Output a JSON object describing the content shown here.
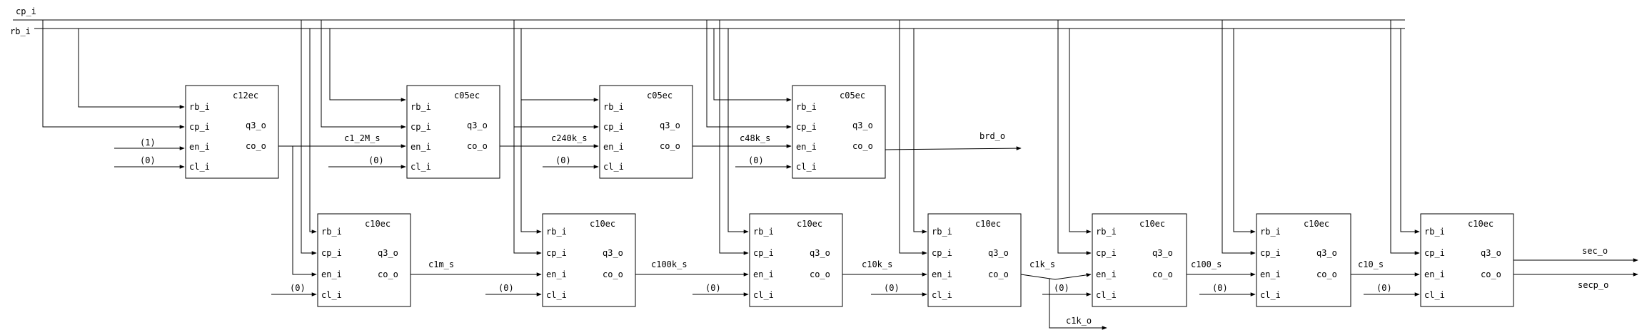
{
  "inputs": {
    "cp": "cp_i",
    "rb": "rb_i"
  },
  "constants": {
    "one": "(1)",
    "zero": "(0)"
  },
  "ports": {
    "rb": "rb_i",
    "cp": "cp_i",
    "en": "en_i",
    "cl": "cl_i",
    "q3": "q3_o",
    "co": "co_o"
  },
  "blocks": [
    {
      "id": "b_c12ec",
      "title": "c12ec"
    },
    {
      "id": "b_c05ec_1",
      "title": "c05ec"
    },
    {
      "id": "b_c05ec_2",
      "title": "c05ec"
    },
    {
      "id": "b_c05ec_3",
      "title": "c05ec"
    },
    {
      "id": "b_c10ec_1",
      "title": "c10ec"
    },
    {
      "id": "b_c10ec_2",
      "title": "c10ec"
    },
    {
      "id": "b_c10ec_3",
      "title": "c10ec"
    },
    {
      "id": "b_c10ec_4",
      "title": "c10ec"
    },
    {
      "id": "b_c10ec_5",
      "title": "c10ec"
    },
    {
      "id": "b_c10ec_6",
      "title": "c10ec"
    },
    {
      "id": "b_c10ec_7",
      "title": "c10ec"
    }
  ],
  "signals": {
    "c1_2M": "c1_2M_s",
    "c240k": "c240k_s",
    "c48k": "c48k_s",
    "c1m": "c1m_s",
    "c100k": "c100k_s",
    "c10k": "c10k_s",
    "c1k": "c1k_s",
    "c100": "c100_s",
    "c10": "c10_s"
  },
  "outputs": {
    "brd": "brd_o",
    "sec": "sec_o",
    "secp": "secp_o",
    "c1k": "c1k_o"
  }
}
